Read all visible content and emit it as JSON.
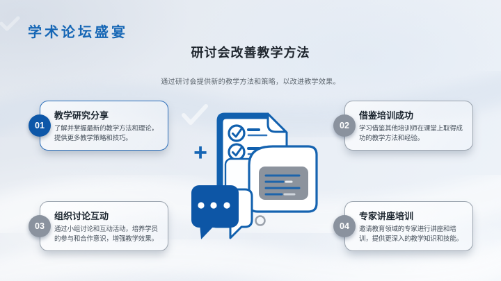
{
  "slide": {
    "logo_title": "学术论坛盛宴",
    "heading": "研讨会改善教学方法",
    "subtitle": "通过研讨会提供新的教学方法和策略，以改进教学效果。"
  },
  "cards": [
    {
      "number": "01",
      "title": "教学研究分享",
      "desc": "了解并掌握最新的教学方法和理论，提供更多教学策略和技巧。"
    },
    {
      "number": "02",
      "title": "借鉴培训成功",
      "desc": "学习借鉴其他培训师在课堂上取得成功的教学方法和经验。"
    },
    {
      "number": "03",
      "title": "组织讨论互动",
      "desc": "通过小组讨论和互动活动，培养学员的参与和合作意识，增强教学效果。"
    },
    {
      "number": "04",
      "title": "专家讲座培训",
      "desc": "邀请教育领域的专家进行讲座和培训，提供更深入的教学知识和技能。"
    }
  ],
  "illustration": {
    "plus_label": "+",
    "icons": [
      "checklist-document-icon",
      "folder-document-icon",
      "chat-bubbles-icon",
      "plus-icon",
      "checkmark-sparkle-icon"
    ]
  },
  "colors": {
    "title_blue": "#1566b5",
    "accent_blue": "#0d56a6",
    "doc_stroke_blue": "#1160ae",
    "neutral_gray_badge": "#8a929e",
    "panel_gray": "#8c939d",
    "heading_dark": "#1f262e"
  }
}
